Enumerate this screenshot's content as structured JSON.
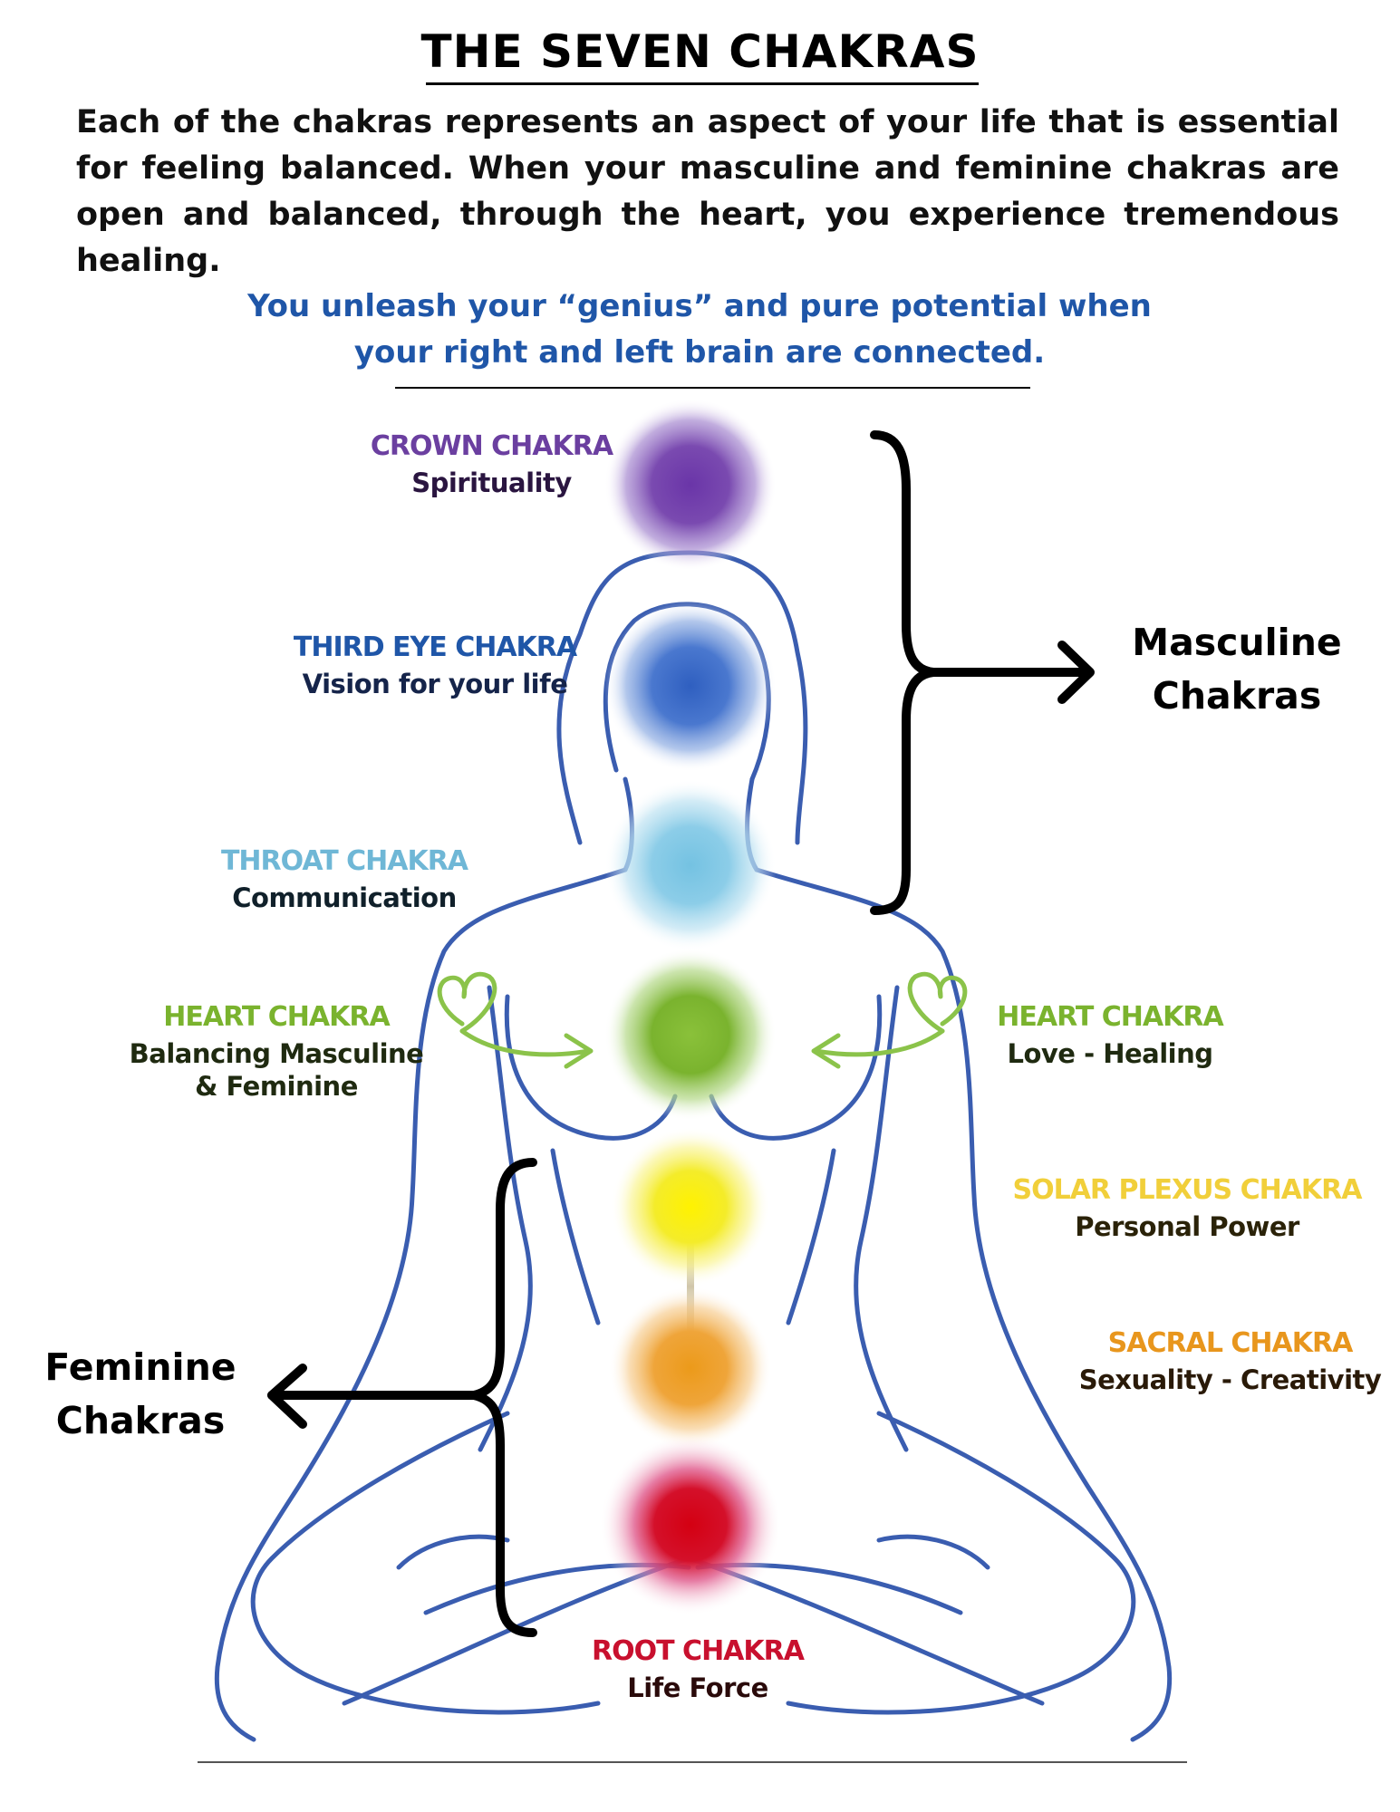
{
  "title": "THE SEVEN CHAKRAS",
  "intro": "Each of the chakras represents an aspect of your life that is essential for feeling balanced. When your masculine and feminine chakras are open and balanced, through the heart, you experience tremendous healing.",
  "genius": {
    "line1": "You unleash your “genius” and pure potential when",
    "line2": "your right and left brain are connected."
  },
  "chakras": {
    "crown": {
      "name": "CROWN CHAKRA",
      "desc": "Spirituality",
      "color": "#6b3fa0"
    },
    "third_eye": {
      "name": "THIRD EYE CHAKRA",
      "desc": "Vision for your life",
      "color": "#1f56a8"
    },
    "throat": {
      "name": "THROAT CHAKRA",
      "desc": "Communication",
      "color": "#6fb7d6"
    },
    "heart_left": {
      "name": "HEART CHAKRA",
      "desc_line1": "Balancing Masculine",
      "desc_line2": "& Feminine",
      "color": "#7ab32e"
    },
    "heart_right": {
      "name": "HEART CHAKRA",
      "desc": "Love - Healing",
      "color": "#7ab32e"
    },
    "solar_plexus": {
      "name": "SOLAR PLEXUS CHAKRA",
      "desc": "Personal Power",
      "color": "#f1cf3a"
    },
    "sacral": {
      "name": "SACRAL CHAKRA",
      "desc": "Sexuality - Creativity",
      "color": "#e8961d"
    },
    "root": {
      "name": "ROOT CHAKRA",
      "desc": "Life Force",
      "color": "#c8102e"
    }
  },
  "groups": {
    "masculine": {
      "line1": "Masculine",
      "line2": "Chakras"
    },
    "feminine": {
      "line1": "Feminine",
      "line2": "Chakras"
    }
  },
  "colors": {
    "body_outline": "#3a5db0",
    "genius_text": "#1f56a8",
    "heart_arrow": "#8bc34a",
    "orb_crown": "#7a4ab0",
    "orb_third_eye": "#3f6fc9",
    "orb_throat": "#7cc6e2",
    "orb_heart": "#7ab32e",
    "orb_solar_plexus": "#f2e81d",
    "orb_sacral": "#ec9a1a",
    "orb_root": "#d4102a"
  }
}
